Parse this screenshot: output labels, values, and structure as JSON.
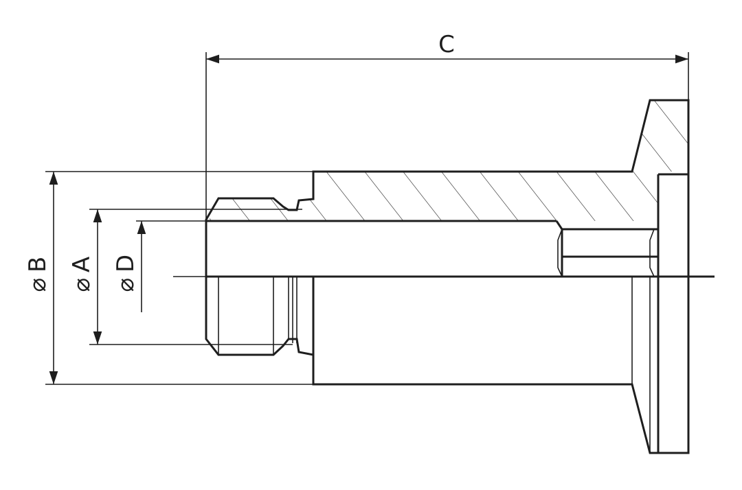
{
  "drawing": {
    "dimensions": {
      "overall_length": "C",
      "outer_diameter": "B",
      "thread_diameter": "A",
      "bore_diameter": "D"
    },
    "diameter_symbol": "⌀",
    "line_color": "#1e1e1e",
    "background": "#ffffff"
  }
}
